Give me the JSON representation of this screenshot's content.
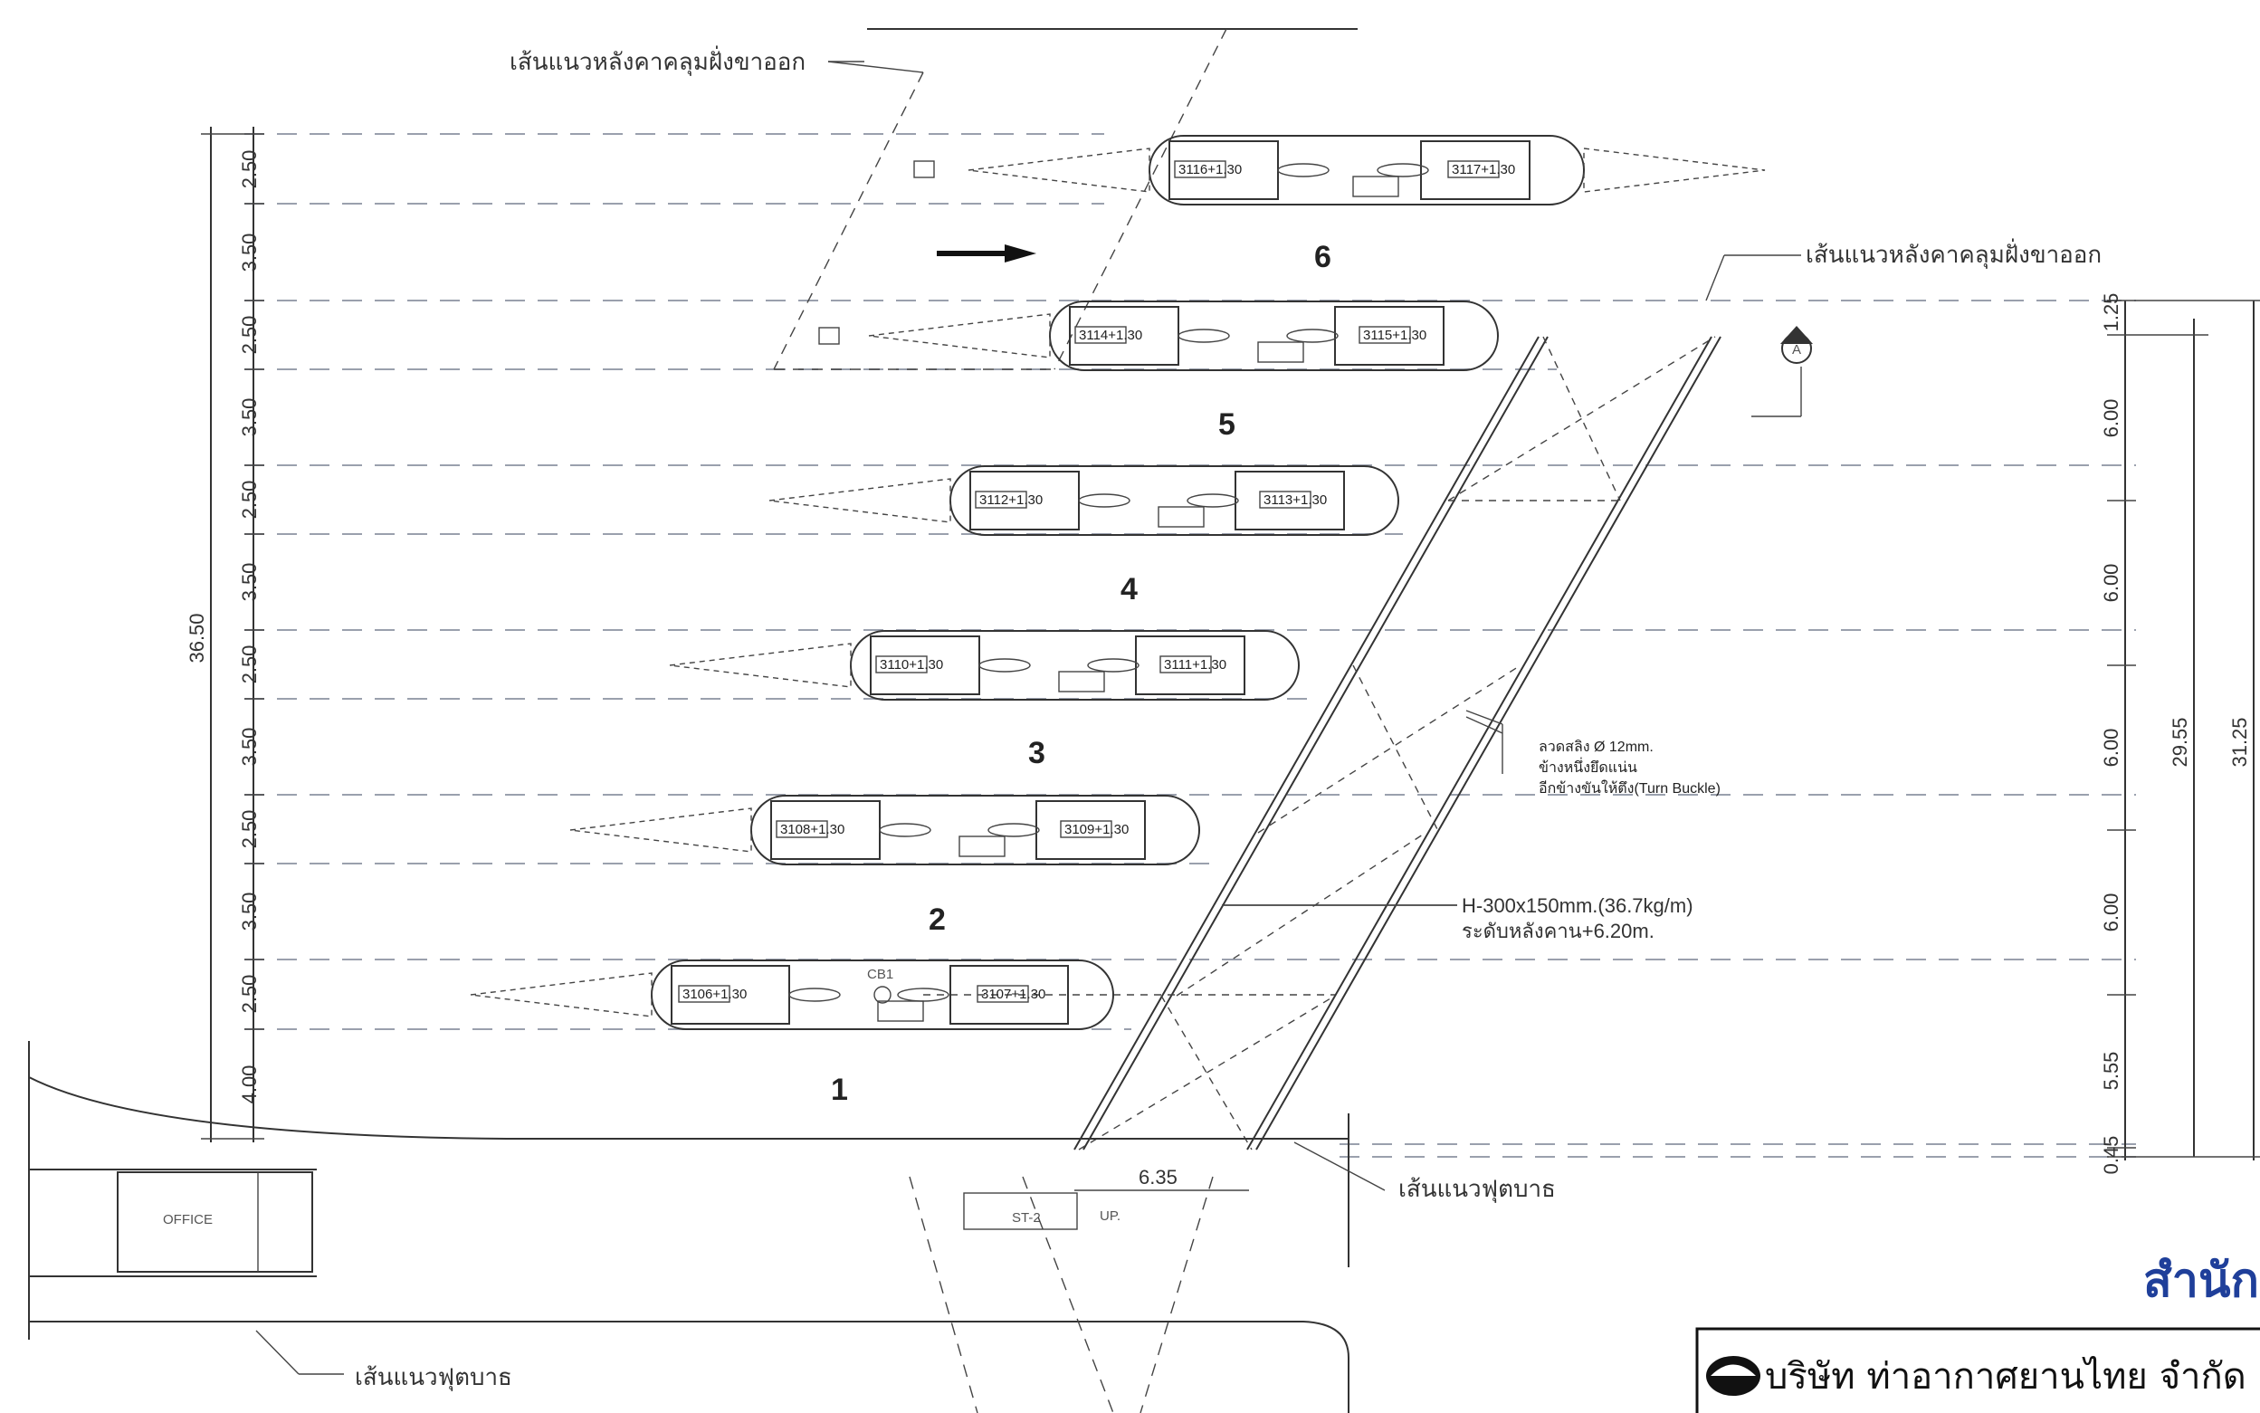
{
  "labels": {
    "roof_line_top": "เส้นแนวหลังคาคลุมฝั่งขาออก",
    "roof_line_right": "เส้นแนวหลังคาคลุมฝั่งขาออก",
    "footpath_right": "เส้นแนวฟุตบาธ",
    "footpath_bottom": "เส้นแนวฟุตบาธ",
    "office": "OFFICE",
    "stair_up": "UP.",
    "stair_label": "ST-2",
    "cb": "CB1",
    "section_marker": "A"
  },
  "cable_note": {
    "line1": "ลวดสลิง Ø 12mm.",
    "line2": "ข้างหนึ่งยึดแน่น",
    "line3": "อีกข้างขันให้ตึง(Turn Buckle)"
  },
  "beam_spec": {
    "line1": "H-300x150mm.(36.7kg/m)",
    "line2": "ระดับหลังคาน+6.20m."
  },
  "dimension_6_35": "6.35",
  "left_dims": {
    "total": "36.50",
    "segments": [
      "2.50",
      "3.50",
      "2.50",
      "3.50",
      "2.50",
      "3.50",
      "2.50",
      "3.50",
      "2.50",
      "3.50",
      "2.50",
      "4.00"
    ]
  },
  "right_dims": {
    "segments": [
      "1.25",
      "6.00",
      "6.00",
      "6.00",
      "6.00",
      "5.55",
      "0.45"
    ],
    "total_inner": "29.55",
    "total_outer": "31.25"
  },
  "platforms": [
    {
      "number": "1",
      "gate_left": "3106+1.30",
      "gate_right": "3107+1.30"
    },
    {
      "number": "2",
      "gate_left": "3108+1.30",
      "gate_right": "3109+1.30"
    },
    {
      "number": "3",
      "gate_left": "3110+1.30",
      "gate_right": "3111+1.30"
    },
    {
      "number": "4",
      "gate_left": "3112+1.30",
      "gate_right": "3113+1.30"
    },
    {
      "number": "5",
      "gate_left": "3114+1.30",
      "gate_right": "3115+1.30"
    },
    {
      "number": "6",
      "gate_left": "3116+1.30",
      "gate_right": "3117+1.30"
    }
  ],
  "footer": {
    "agency": "สำนัก",
    "company": "บริษัท ท่าอากาศยานไทย จำกัด"
  }
}
